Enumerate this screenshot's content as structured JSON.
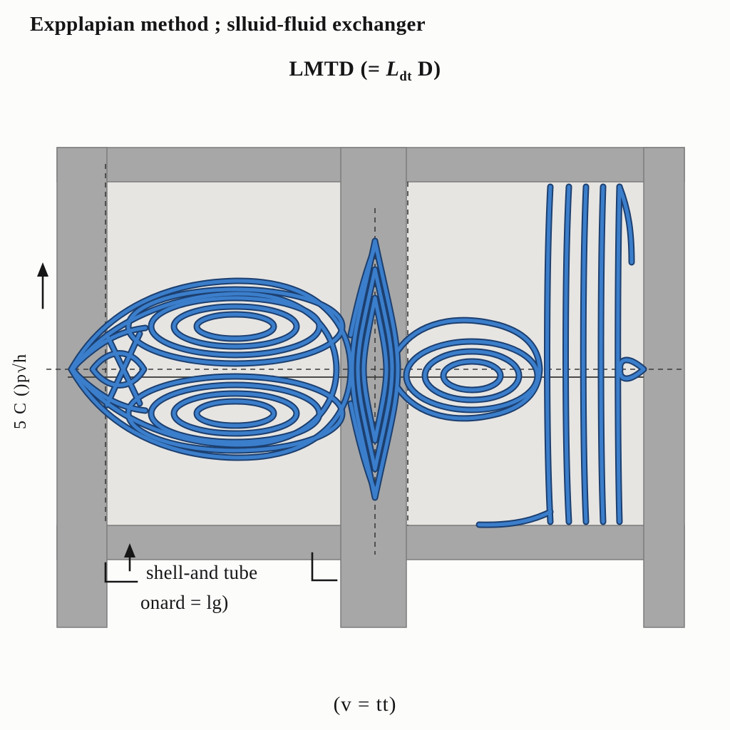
{
  "title": "Expplapian method ; slluid-fluid exchanger",
  "subtitle": {
    "prefix": "LMTD (= ",
    "var": "L",
    "sub": "dt",
    "suffix": " D)"
  },
  "side_label": "5 C ()p√h",
  "annotation": {
    "line1": "shell-and tube",
    "line2": "onard = lg)"
  },
  "caption": "(v = tt)",
  "diagram": {
    "description": "shell-and-tube heat exchanger cross-section with recirculating flow streamlines",
    "colors": {
      "wall_gray": "#a7a7a7",
      "interior_gray": "#e7e5e2",
      "flow_blue": "#3b7ecb",
      "flow_outline": "#1c3f6f",
      "line_black": "#161616"
    }
  }
}
